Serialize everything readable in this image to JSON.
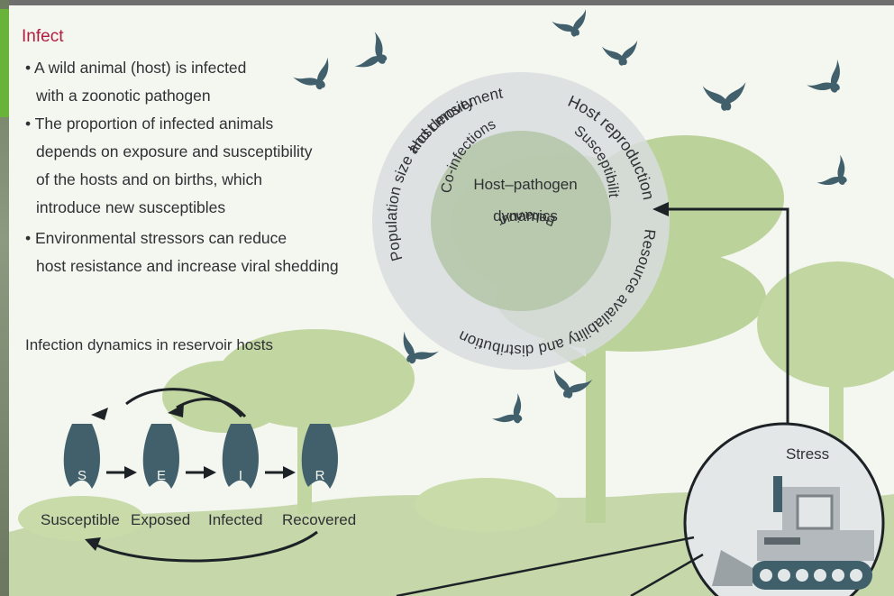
{
  "infect": {
    "title": "Infect",
    "bullets": [
      [
        "• A wild animal (host) is infected",
        "with a zoonotic pathogen"
      ],
      [
        "• The proportion of infected animals",
        "depends on exposure and susceptibility",
        "of the hosts and on births, which",
        "introduce new susceptibles"
      ],
      [
        "• Environmental stressors can reduce",
        "host resistance and increase viral shedding"
      ]
    ]
  },
  "dynamics": {
    "subtitle": "Infection dynamics in reservoir hosts",
    "states": [
      {
        "letter": "S",
        "label": "Susceptible"
      },
      {
        "letter": "E",
        "label": "Exposed"
      },
      {
        "letter": "I",
        "label": "Infected"
      },
      {
        "letter": "R",
        "label": "Recovered"
      }
    ]
  },
  "circle": {
    "center": [
      "Host–pathogen",
      "dynamics"
    ],
    "outer_labels": [
      "Host reproduction",
      "Resource availability and distribution",
      "Population size and density",
      "Host movement"
    ],
    "inner_labels": [
      "Susceptibility",
      "Behaviour",
      "Co-infections"
    ]
  },
  "stress": {
    "label": "Stress"
  },
  "colors": {
    "title_red": "#b01d3e",
    "bat": "#3f5f6b",
    "tree": "#b9cf96",
    "ring_outer": "#d6dbdd",
    "ring_inner": "#bfc6c8"
  },
  "icons": [
    "bat-icon",
    "tree-icon",
    "bulldozer-icon",
    "arrow-icon"
  ]
}
